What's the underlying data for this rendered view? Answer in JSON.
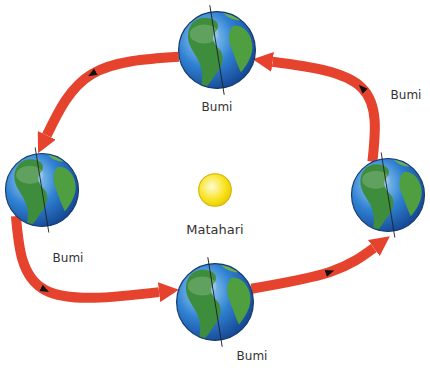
{
  "diagram": {
    "nodes": [
      {
        "text": [
          "Bumi"
        ]
      },
      {
        "text": [
          "Bumi"
        ]
      },
      {
        "text": [
          "Matahari"
        ]
      },
      {
        "text": [
          "Bumi"
        ]
      },
      {
        "text": [
          "Bumi"
        ]
      }
    ],
    "edges": [
      {
        "from": 0,
        "to": 1,
        "arrow": "to"
      },
      {
        "from": 1,
        "to": 4,
        "arrow": "to"
      },
      {
        "from": 4,
        "to": 3,
        "arrow": "to"
      },
      {
        "from": 3,
        "to": 0,
        "arrow": "to"
      }
    ]
  }
}
